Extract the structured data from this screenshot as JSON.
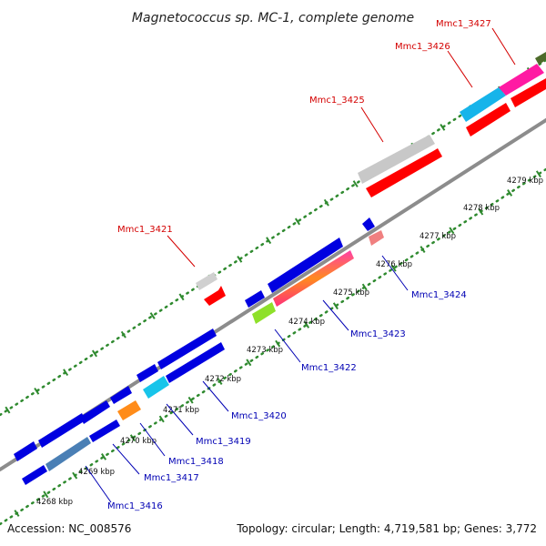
{
  "title": "Magnetococcus sp. MC-1, complete genome",
  "footer": {
    "accession": "Accession: NC_008576",
    "summary": "Topology: circular; Length: 4,719,581 bp; Genes: 3,772"
  },
  "colors": {
    "backbone": "#8c8c8c",
    "forward_label": "#d40000",
    "reverse_label": "#0000b4",
    "tick": "#2f8a2f"
  },
  "ticks": [
    "4268 kbp",
    "4269 kbp",
    "4270 kbp",
    "4271 kbp",
    "4272 kbp",
    "4273 kbp",
    "4274 kbp",
    "4275 kbp",
    "4276 kbp",
    "4277 kbp",
    "4278 kbp",
    "4279 kbp"
  ],
  "forward_genes": [
    "Mmc1_3421",
    "Mmc1_3425",
    "Mmc1_3426",
    "Mmc1_3427"
  ],
  "reverse_genes": [
    "Mmc1_3416",
    "Mmc1_3417",
    "Mmc1_3418",
    "Mmc1_3419",
    "Mmc1_3420",
    "Mmc1_3422",
    "Mmc1_3423",
    "Mmc1_3424"
  ]
}
